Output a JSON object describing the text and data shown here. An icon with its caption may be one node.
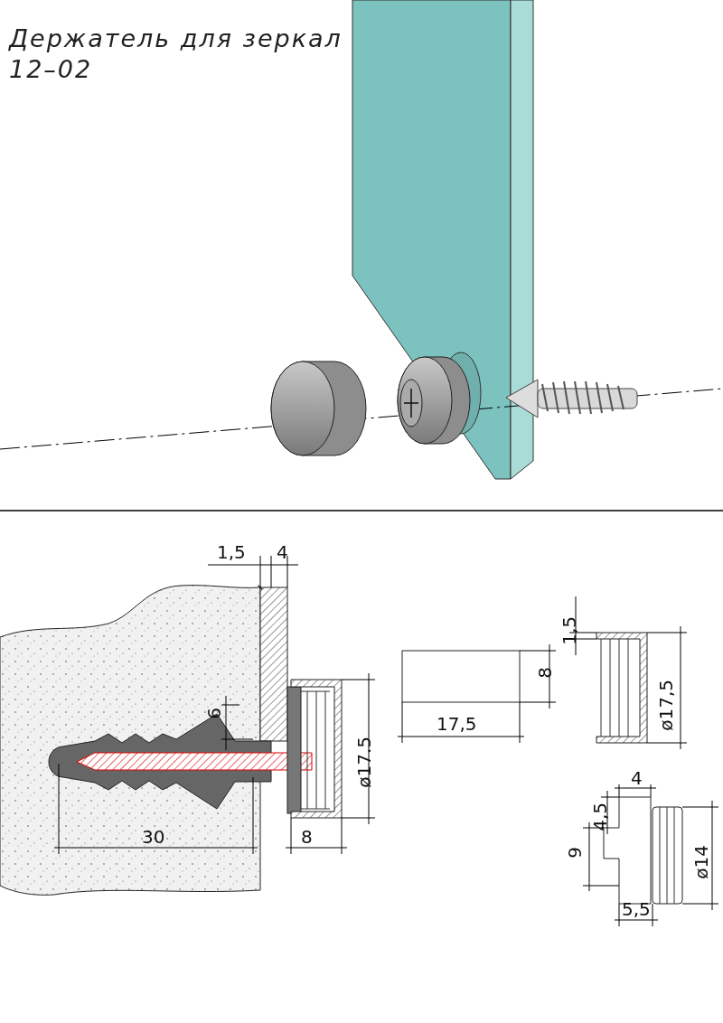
{
  "diagram": {
    "title": "Держатель для зеркал 12–02",
    "labels": [
      "1,5",
      "4",
      "6",
      "30",
      "8",
      "ø17.5",
      "17,5",
      "8",
      "1,5",
      "ø17,5",
      "4,5",
      "4",
      "9",
      "ø14",
      "5,5"
    ]
  }
}
